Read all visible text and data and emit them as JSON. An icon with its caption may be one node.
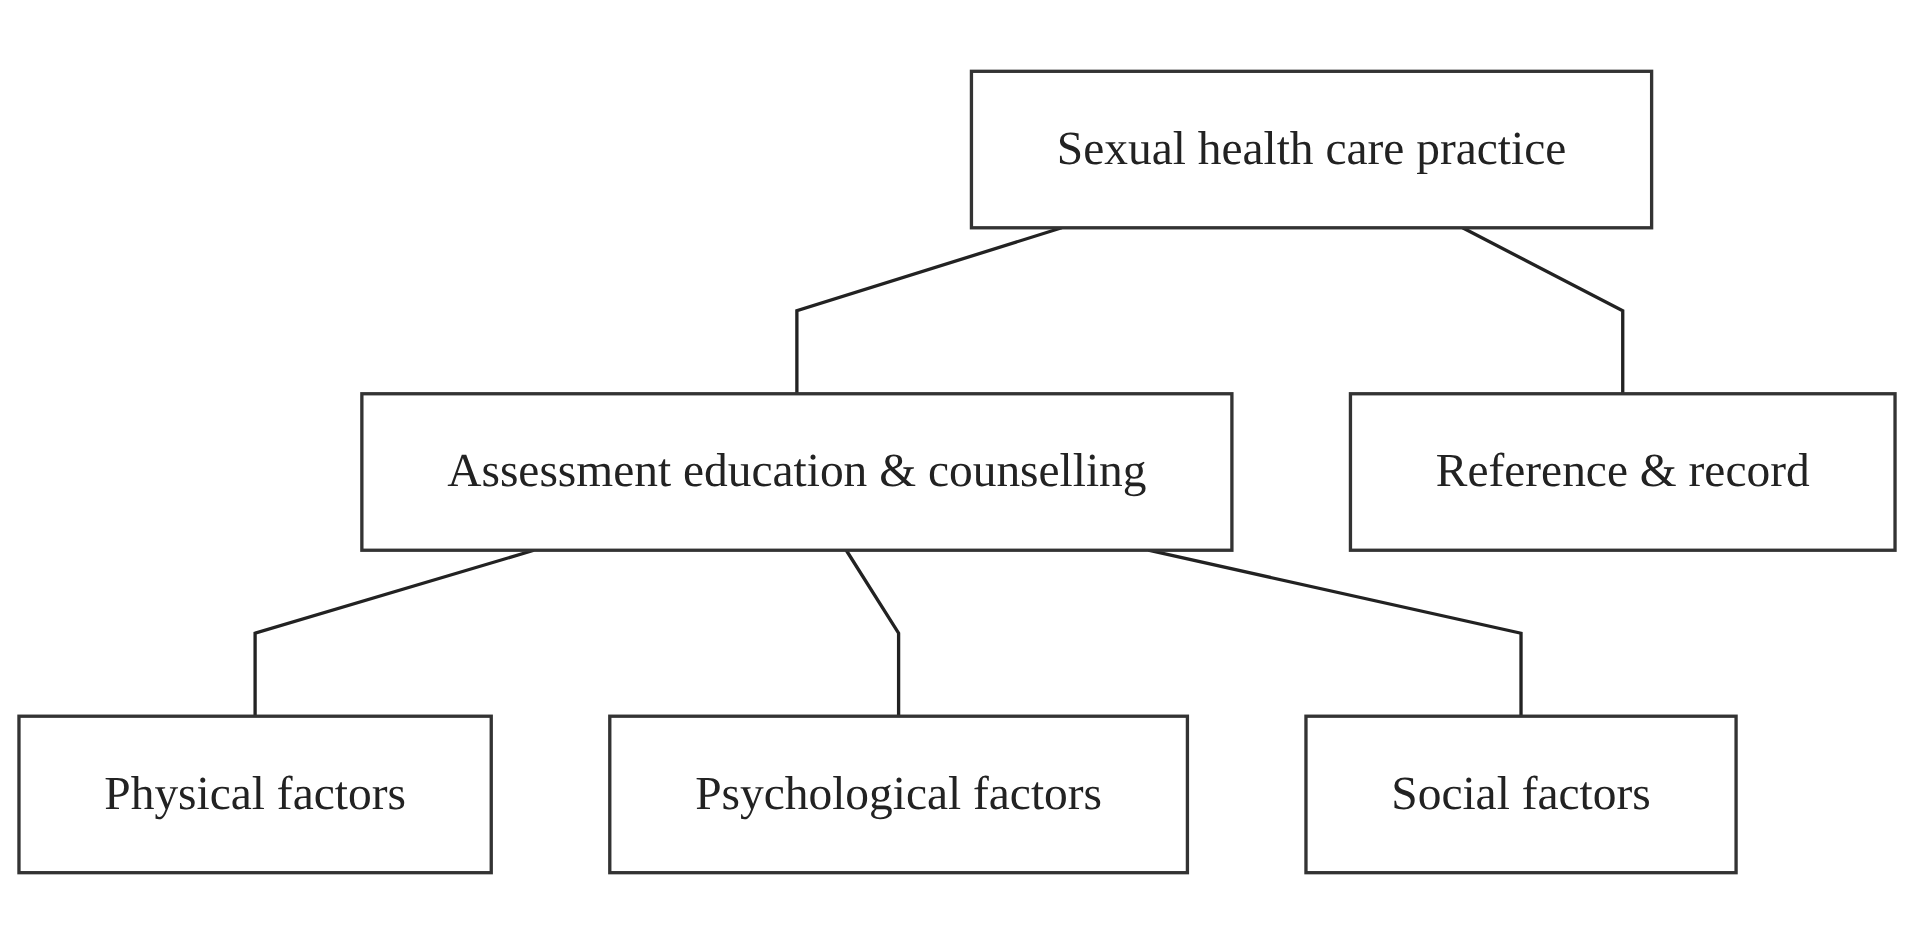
{
  "diagram": {
    "nodes": [
      {
        "text": [
          "Sexual health care practice"
        ]
      },
      {
        "text": [
          "Assessment education & counselling"
        ]
      },
      {
        "text": [
          "Reference & record"
        ]
      },
      {
        "text": [
          "Physical factors"
        ]
      },
      {
        "text": [
          "Psychological factors"
        ]
      },
      {
        "text": [
          "Social factors"
        ]
      }
    ],
    "edges": [
      {
        "from": 0,
        "to": 1,
        "arrow": "none"
      },
      {
        "from": 0,
        "to": 2,
        "arrow": "none"
      },
      {
        "from": 1,
        "to": 3,
        "arrow": "none"
      },
      {
        "from": 1,
        "to": 4,
        "arrow": "none"
      },
      {
        "from": 1,
        "to": 5,
        "arrow": "none"
      }
    ]
  }
}
